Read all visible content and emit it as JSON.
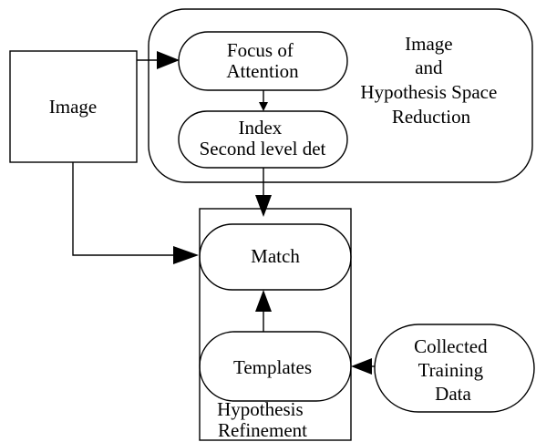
{
  "nodes": {
    "image_input": {
      "label": "Image"
    },
    "focus_of_attention": {
      "lines": [
        "Focus of",
        "Attention"
      ]
    },
    "index": {
      "lines": [
        "Index",
        "Second level det"
      ]
    },
    "reduction_group": {
      "lines": [
        "Image",
        "and",
        "Hypothesis Space",
        "Reduction"
      ]
    },
    "match": {
      "label": "Match"
    },
    "templates": {
      "label": "Templates"
    },
    "refinement_group": {
      "lines": [
        "Hypothesis",
        "Refinement"
      ]
    },
    "training_data": {
      "lines": [
        "Collected",
        "Training",
        "Data"
      ]
    }
  },
  "colors": {
    "stroke": "#000000",
    "text": "#000000",
    "background": "#ffffff"
  }
}
